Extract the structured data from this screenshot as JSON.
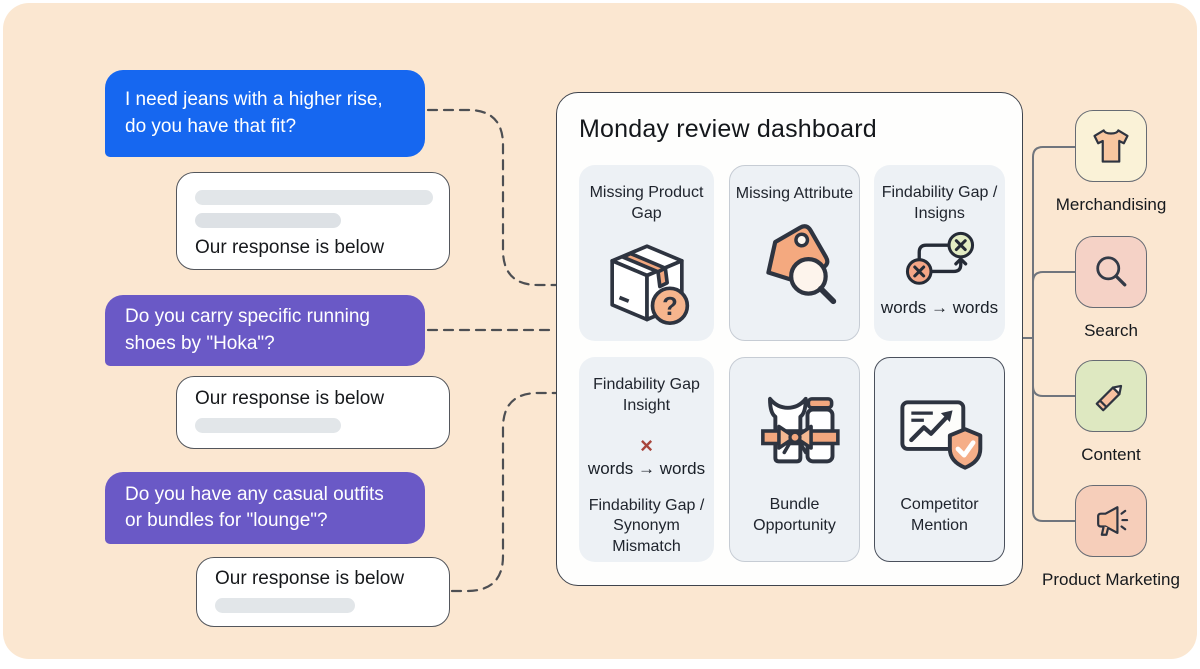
{
  "canvas": {
    "page_bg": "#FFFFFF",
    "panel_bg": "#FBE7D1"
  },
  "chat": {
    "q1": {
      "text": "I need jeans with a higher rise, do you have that fit?",
      "bg": "#1667F0"
    },
    "r1": {
      "text": "Our response is below"
    },
    "q2": {
      "text": "Do you carry specific running shoes by \"Hoka\"?",
      "bg": "#6A59C6"
    },
    "r2": {
      "text": "Our response is below"
    },
    "q3": {
      "text": "Do you have any casual outfits or bundles for \"lounge\"?",
      "bg": "#6A59C6"
    },
    "r3": {
      "text": "Our response is below"
    }
  },
  "dashboard": {
    "title": "Monday review dashboard",
    "tiles": {
      "t1": {
        "title": "Missing Product Gap",
        "icon": "box-question-icon"
      },
      "t2": {
        "title": "Missing Attribute",
        "icon": "tag-magnifier-icon"
      },
      "t3": {
        "title": "Findability Gap / Insigns",
        "words": "words → words",
        "icon": "swap-x-icon"
      },
      "t4": {
        "title": "Findability Gap Insight",
        "x_mark": "×",
        "words": "words → words",
        "subtitle": "Findability Gap / Synonym Mismatch"
      },
      "t5": {
        "title": "Bundle Opportunity",
        "icon": "bundle-icon"
      },
      "t6": {
        "title": "Competitor Mention",
        "icon": "chart-shield-icon"
      }
    }
  },
  "right_panel": {
    "items": [
      {
        "label": "Merchandising",
        "icon": "tshirt-icon",
        "bg": "#FAF2D7"
      },
      {
        "label": "Search",
        "icon": "magnifier-icon",
        "bg": "#F5D2C6"
      },
      {
        "label": "Content",
        "icon": "pencil-icon",
        "bg": "#DEE8C1"
      },
      {
        "label": "Product Marketing",
        "icon": "megaphone-icon",
        "bg": "#F6CEBA"
      }
    ]
  },
  "colors": {
    "question_blue": "#1667F0",
    "question_purple": "#6A59C6",
    "accent_peach": "#F5AE88",
    "outline_dark": "#2E3440",
    "tile_bg": "#EDF1F5",
    "error_x": "#A8453C",
    "success_green": "#E3ECC4"
  }
}
